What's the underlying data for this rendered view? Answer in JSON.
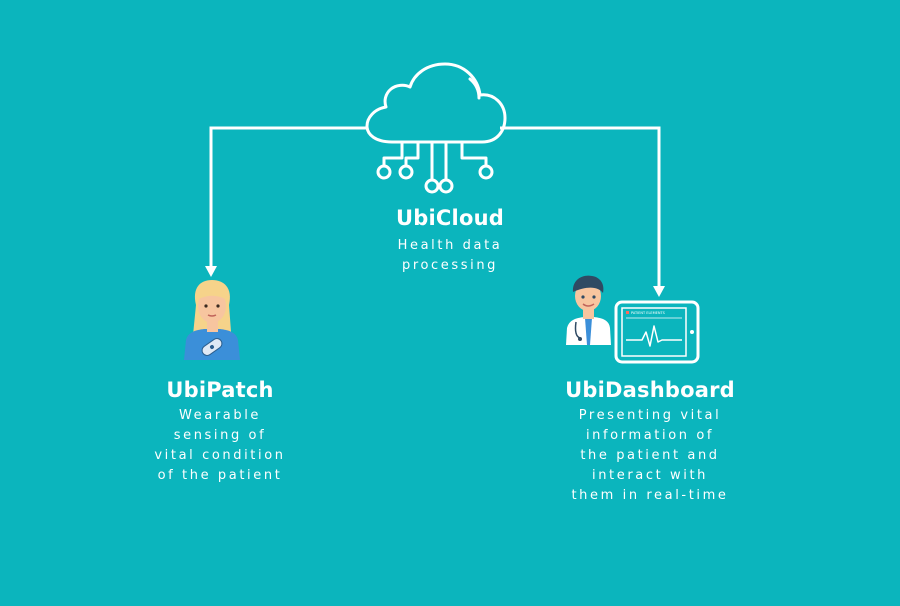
{
  "colors": {
    "background": "#0bb5bd",
    "line": "#ffffff",
    "skin": "#f7c59f",
    "hair_patient": "#f6d38a",
    "shirt_patient": "#3b8fd9",
    "hair_doctor": "#2f4a63"
  },
  "nodes": {
    "cloud": {
      "title": "UbiCloud",
      "description": "Health data\nprocessing",
      "icon": "cloud-network-icon"
    },
    "patch": {
      "title": "UbiPatch",
      "description": "Wearable\nsensing of\nvital condition\nof the patient",
      "icon": "patient-icon"
    },
    "dashboard": {
      "title": "UbiDashboard",
      "description": "Presenting vital\ninformation of\nthe patient and\ninteract with\nthem in real-time",
      "icon": "doctor-icon",
      "tablet_label": "PATIENT ELEMENTS"
    }
  },
  "connectors": [
    {
      "from": "cloud",
      "to": "patch"
    },
    {
      "from": "cloud",
      "to": "dashboard"
    }
  ]
}
